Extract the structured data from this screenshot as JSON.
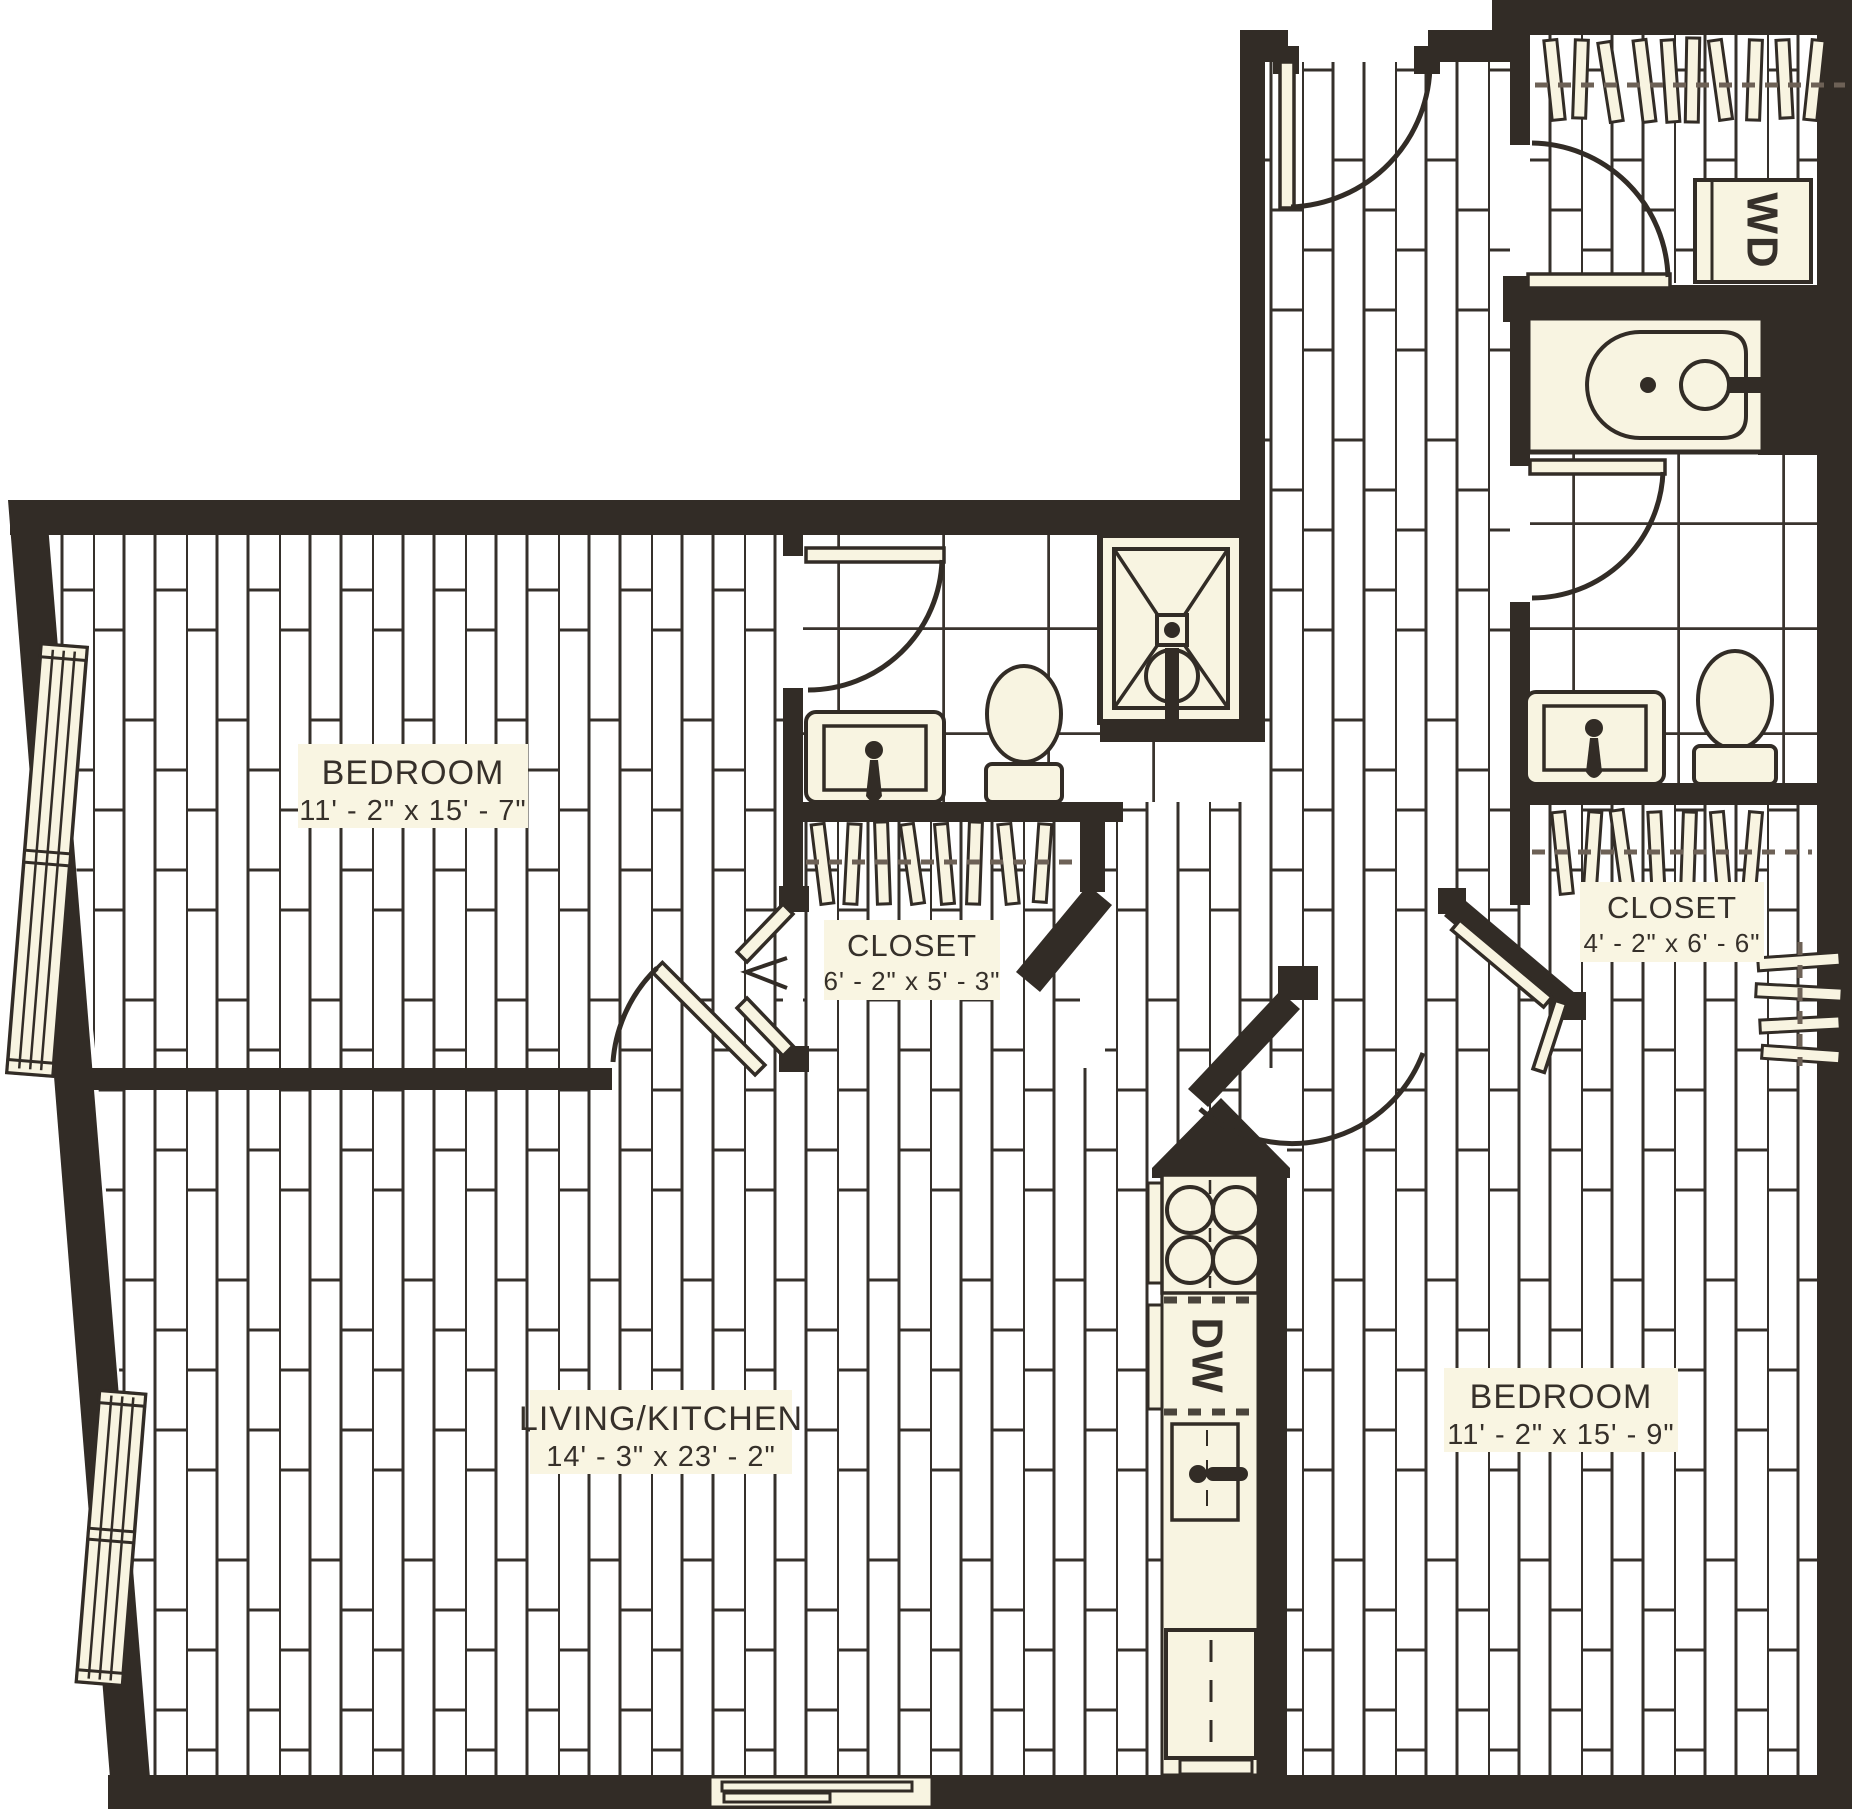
{
  "plan": {
    "type": "apartment-floor-plan",
    "rooms": {
      "bedroom1": {
        "label": "BEDROOM",
        "dims": "11' - 2\" x  15' - 7\""
      },
      "living": {
        "label": "LIVING/KITCHEN",
        "dims": "14' - 3\" x 23' - 2\""
      },
      "bedroom2": {
        "label": "BEDROOM",
        "dims": "11' - 2\" x 15' - 9\""
      },
      "closet1": {
        "label": "CLOSET",
        "dims": "6' - 2\" x 5' - 3\""
      },
      "closet2": {
        "label": "CLOSET",
        "dims": "4' - 2\" x 6' - 6\""
      }
    },
    "appliances": {
      "washer_dryer": "WD",
      "dishwasher": "DW"
    },
    "colors": {
      "wall": "#322c26",
      "line": "#35302b",
      "fixture_cream": "#f8f4e1",
      "floor": "#ffffff",
      "rod_dash": "#6d6156"
    }
  }
}
